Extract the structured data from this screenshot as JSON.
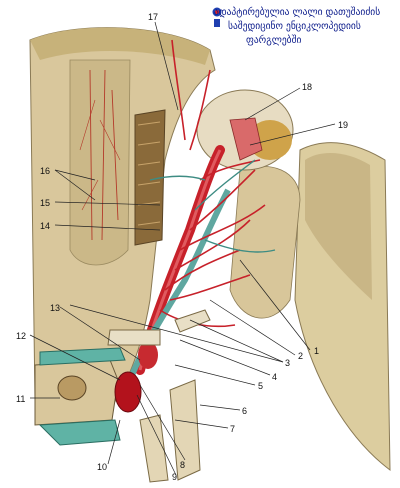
{
  "watermark": {
    "line1": "ადაპტირებულია ლალი დათუშაიძის",
    "line2": "საშედიცინო ენციკლოპედიის",
    "line3": "ფარგლებში"
  },
  "callouts": [
    "1",
    "2",
    "3",
    "4",
    "5",
    "6",
    "7",
    "8",
    "9",
    "10",
    "11",
    "12",
    "13",
    "14",
    "15",
    "16",
    "17",
    "18",
    "19"
  ]
}
